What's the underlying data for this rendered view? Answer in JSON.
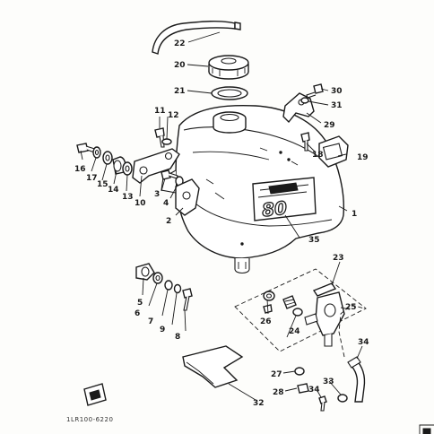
{
  "diagram": {
    "part_numbers": {
      "p1": "1",
      "p2": "2",
      "p3": "3",
      "p4": "4",
      "p5": "5",
      "p6": "6",
      "p7": "7",
      "p8": "8",
      "p9": "9",
      "p10": "10",
      "p11": "11",
      "p12": "12",
      "p13": "13",
      "p14": "14",
      "p15": "15",
      "p16": "16",
      "p17": "17",
      "p18": "18",
      "p19": "19",
      "p20": "20",
      "p21": "21",
      "p22": "22",
      "p23": "23",
      "p24": "24",
      "p25": "25",
      "p26": "26",
      "p27": "27",
      "p28": "28",
      "p29": "29",
      "p30": "30",
      "p31": "31",
      "p32": "32",
      "p33": "33",
      "p34a": "34",
      "p34b": "34",
      "p35": "35"
    },
    "tank_emblem": "80",
    "drawing_code": "1LR100-6220"
  }
}
